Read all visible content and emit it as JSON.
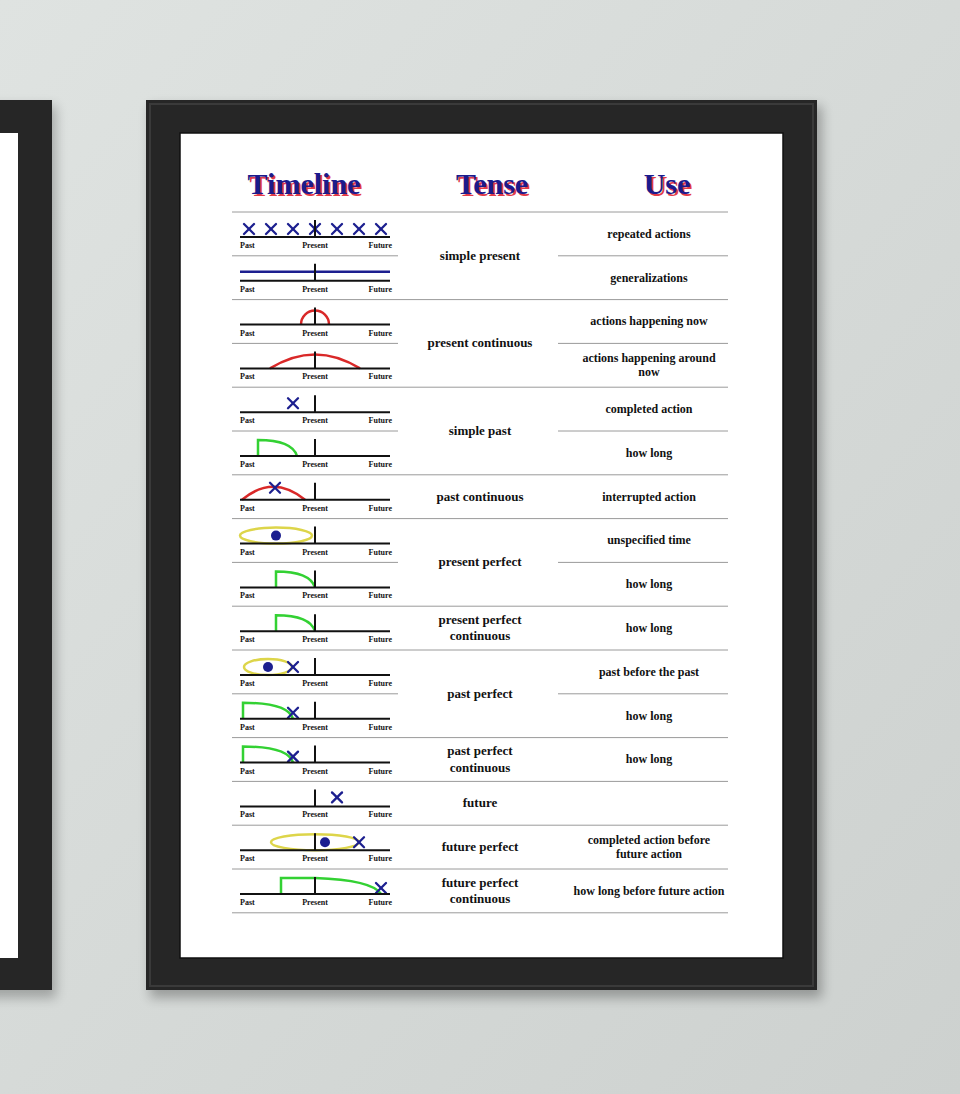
{
  "diagram": {
    "labels": [
      "Timeline",
      "Tense",
      "Use",
      "Past",
      "Present",
      "Future",
      "Past",
      "Present",
      "Future",
      "simple present",
      "repeated actions",
      "generalizations",
      "Past",
      "Present",
      "Future",
      "Past",
      "Present",
      "Future",
      "present continuous",
      "actions happening now",
      "actions happening around now",
      "Past",
      "Present",
      "Future",
      "Past",
      "Present",
      "Future",
      "simple past",
      "completed action",
      "how long",
      "Past",
      "Present",
      "Future",
      "past continuous",
      "interrupted action",
      "Past",
      "Present",
      "Future",
      "Past",
      "Present",
      "Future",
      "present perfect",
      "unspecified time",
      "how long",
      "Past",
      "Present",
      "Future",
      "present perfect continuous",
      "how long",
      "Past",
      "Present",
      "Future",
      "Past",
      "Present",
      "Future",
      "past perfect",
      "past before the past",
      "how long",
      "Past",
      "Present",
      "Future",
      "past perfect continuous",
      "how long",
      "Past",
      "Present",
      "Future",
      "future",
      "Past",
      "Present",
      "Future",
      "future perfect",
      "completed action before future action",
      "Past",
      "Present",
      "Future",
      "future perfect continuous",
      "how long before future action"
    ]
  }
}
